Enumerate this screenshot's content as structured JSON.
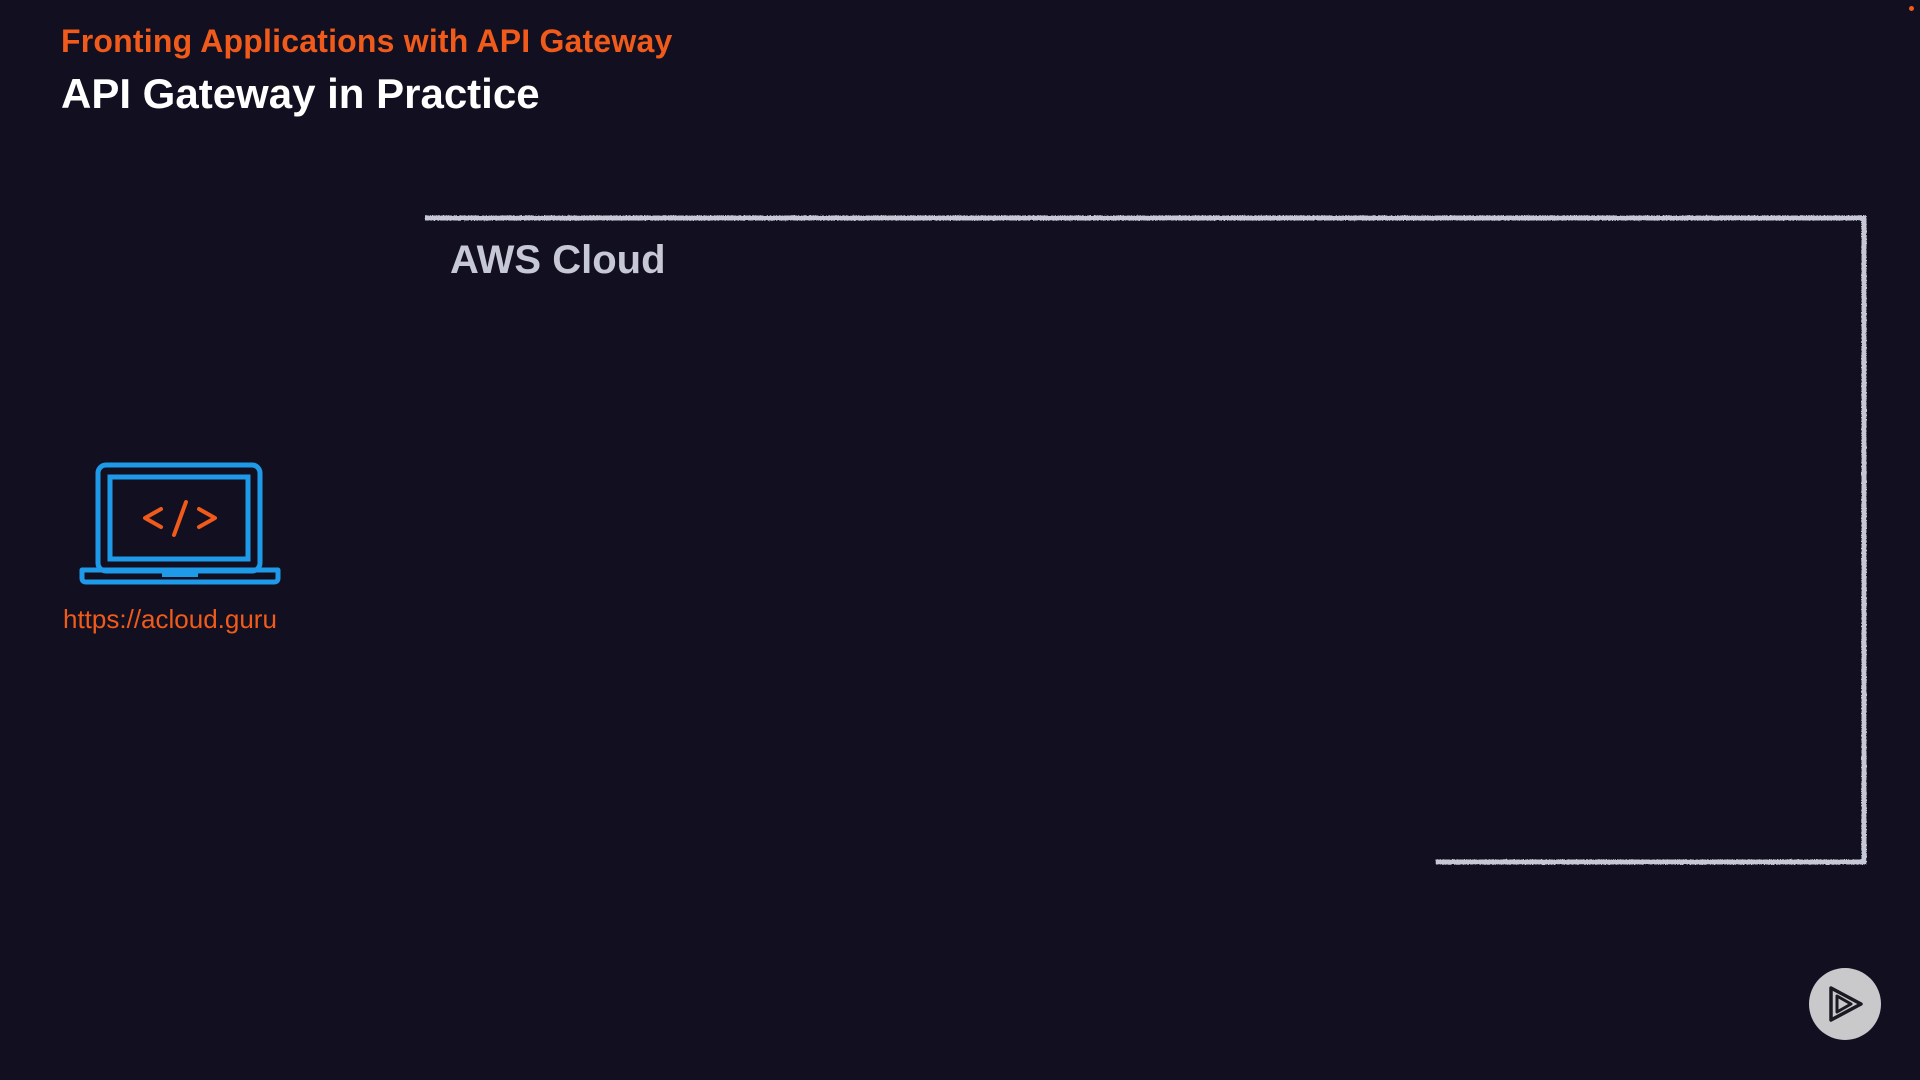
{
  "header": {
    "course_title": "Fronting Applications with API Gateway",
    "slide_title": "API Gateway in Practice"
  },
  "diagram": {
    "cloud_label": "AWS Cloud",
    "client": {
      "icon": "laptop-code-icon",
      "url": "https://acloud.guru"
    }
  },
  "controls": {
    "play_icon": "play-icon"
  },
  "colors": {
    "background": "#121020",
    "accent": "#f05a1a",
    "laptop_blue": "#1e9ae8",
    "frame": "#c7c8d6"
  }
}
